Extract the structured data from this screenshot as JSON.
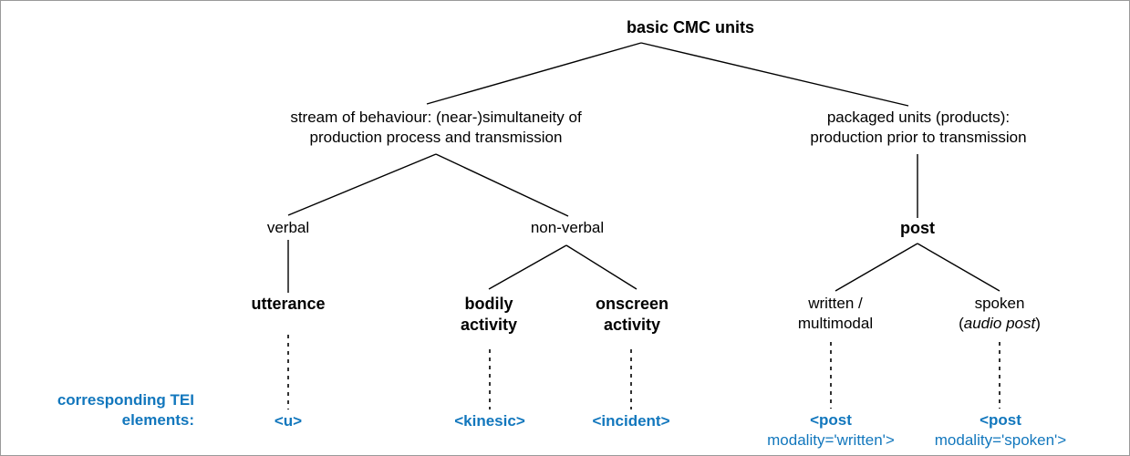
{
  "diagram": {
    "title": "basic CMC units",
    "accent_blue": "#1277bd",
    "line_color": "#000000",
    "background": "#ffffff",
    "border_color": "#9a9a9a",
    "root": {
      "label": "basic CMC units"
    },
    "level2": {
      "stream": {
        "line1": "stream of behaviour: (near-)simultaneity of",
        "line2": "production process and transmission"
      },
      "packaged": {
        "line1": "packaged units (products):",
        "line2": "production prior to transmission"
      }
    },
    "level3": {
      "verbal": "verbal",
      "non_verbal": "non-verbal",
      "post": "post"
    },
    "level4": {
      "utterance": "utterance",
      "bodily": {
        "line1": "bodily",
        "line2": "activity"
      },
      "onscreen": {
        "line1": "onscreen",
        "line2": "activity"
      },
      "written": {
        "line1": "written /",
        "line2": "multimodal"
      },
      "spoken": {
        "line1": "spoken",
        "line2_open": "(",
        "line2_italic": "audio post",
        "line2_close": ")"
      }
    },
    "tei": {
      "caption_line1": "corresponding TEI",
      "caption_line2": "elements:",
      "u": "<u>",
      "kinesic": "<kinesic>",
      "incident": "<incident>",
      "post_written": {
        "tag": "<post",
        "attr": "modality='written'>"
      },
      "post_spoken": {
        "tag": "<post",
        "attr": "modality='spoken'>"
      }
    }
  }
}
